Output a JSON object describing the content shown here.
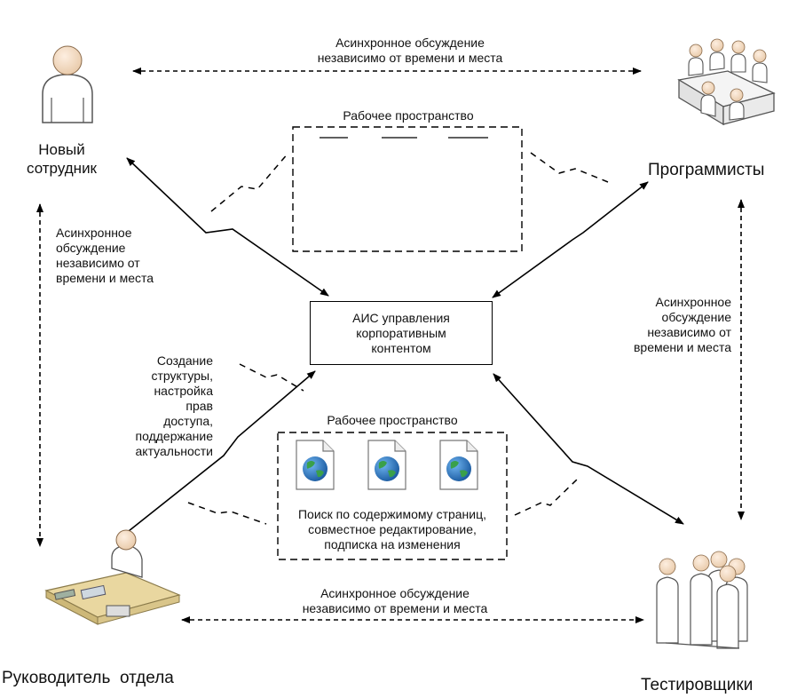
{
  "roles": {
    "new_employee": "Новый сотрудник",
    "programmers": "Программисты",
    "department_head": "Руководитель  отдела",
    "testers": "Тестировщики"
  },
  "center": {
    "label": "АИС управления корпоративным контентом"
  },
  "workspaces": {
    "top_title": "Рабочее пространство",
    "bottom_title": "Рабочее пространство",
    "bottom_features": "Поиск по содержимому страниц, совместное редактирование, подписка на изменения"
  },
  "edges": {
    "top": "Асинхронное обсуждение независимо от времени и места",
    "left": "Асинхронное обсуждение независимо от времени и места",
    "right": "Асинхронное обсуждение независимо от времени и места",
    "bottom": "Асинхронное обсуждение независимо от времени и места",
    "head_to_system": "Создание структуры, настройка прав доступа, поддержание актуальности"
  },
  "icons": [
    "person-icon",
    "meeting-table-icon",
    "desk-worker-icon",
    "people-group-icon",
    "globe-document-icon"
  ],
  "colors": {
    "line": "#000000",
    "figure_fill": "#ffffff",
    "figure_stroke": "#555555",
    "globe_blue": "#1f6fb5",
    "globe_green": "#3aa04a"
  }
}
